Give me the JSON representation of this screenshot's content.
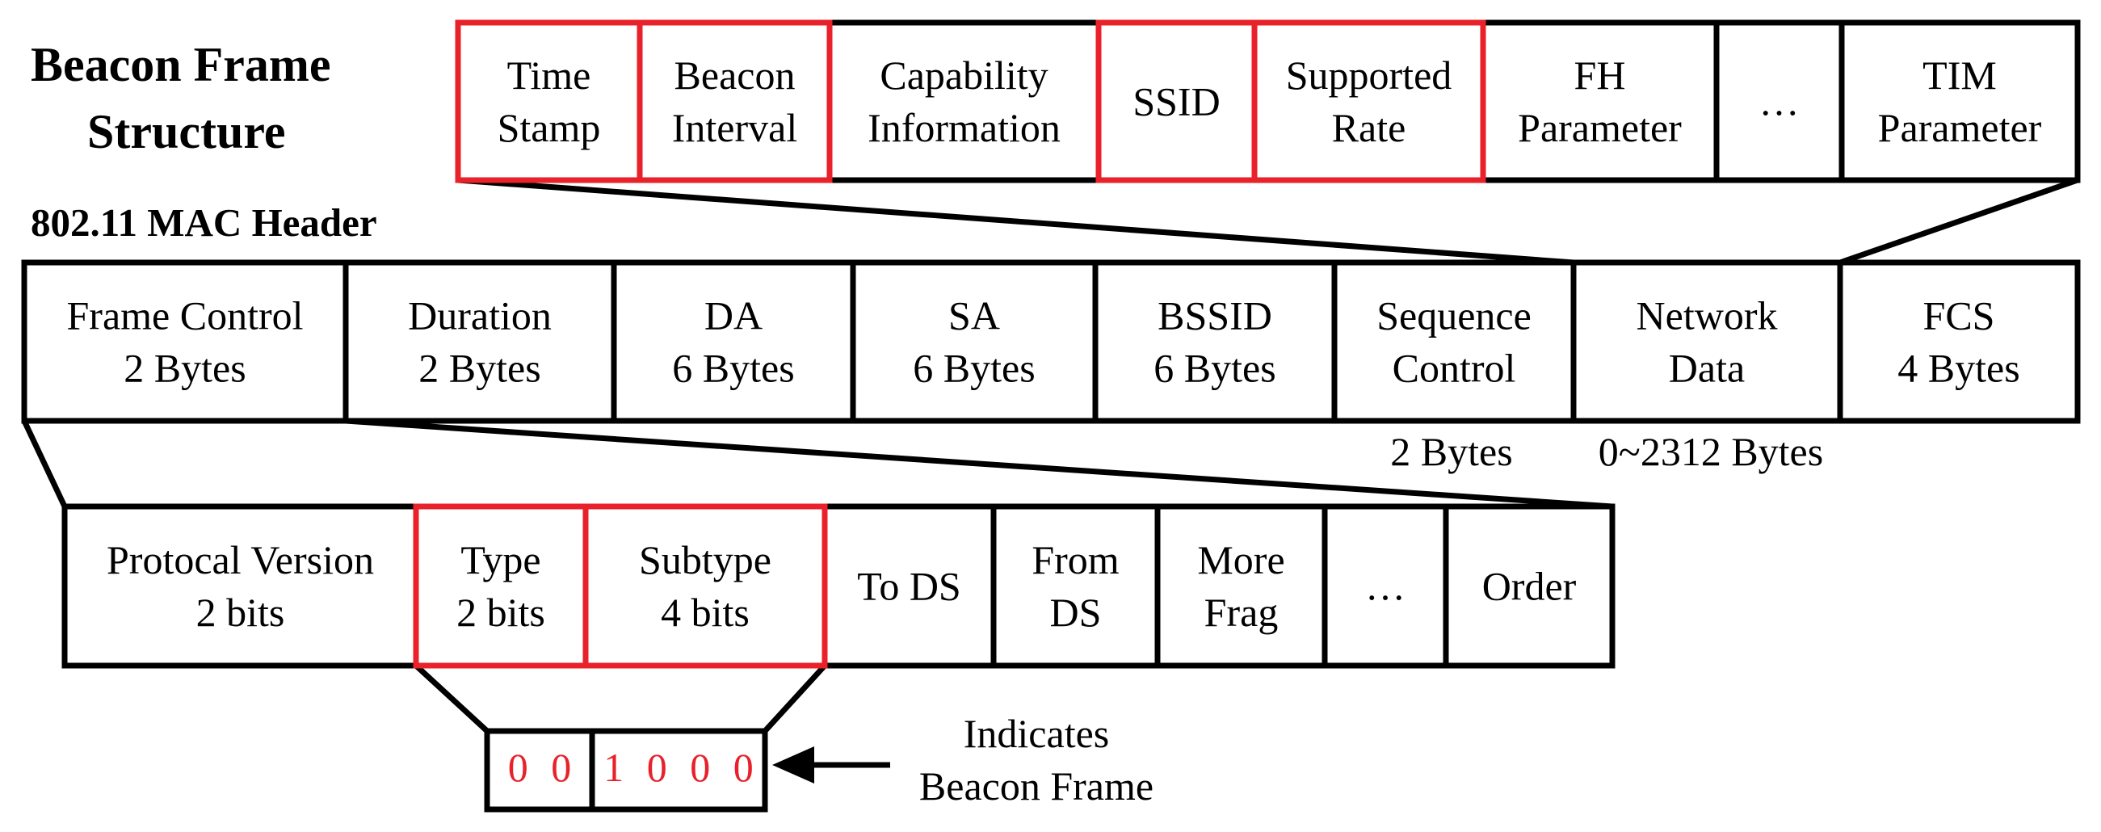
{
  "colors": {
    "stroke": "#000000",
    "highlight": "#e8212a",
    "background": "#ffffff"
  },
  "titles": {
    "beacon_frame_line1": "Beacon Frame",
    "beacon_frame_line2": "Structure",
    "mac_header": "802.11 MAC Header"
  },
  "beacon_fields": [
    {
      "lines": [
        "Time",
        "Stamp"
      ],
      "highlight": true
    },
    {
      "lines": [
        "Beacon",
        "Interval"
      ],
      "highlight": true
    },
    {
      "lines": [
        "Capability",
        "Information"
      ],
      "highlight": false
    },
    {
      "lines": [
        "SSID"
      ],
      "highlight": true
    },
    {
      "lines": [
        "Supported",
        "Rate"
      ],
      "highlight": true
    },
    {
      "lines": [
        "FH",
        "Parameter"
      ],
      "highlight": false
    },
    {
      "lines": [
        "…"
      ],
      "highlight": false
    },
    {
      "lines": [
        "TIM",
        "Parameter"
      ],
      "highlight": false
    }
  ],
  "mac_fields": [
    {
      "lines": [
        "Frame Control",
        "2 Bytes"
      ]
    },
    {
      "lines": [
        "Duration",
        "2 Bytes"
      ]
    },
    {
      "lines": [
        "DA",
        "6 Bytes"
      ]
    },
    {
      "lines": [
        "SA",
        "6 Bytes"
      ]
    },
    {
      "lines": [
        "BSSID",
        "6 Bytes"
      ]
    },
    {
      "lines": [
        "Sequence",
        "Control"
      ]
    },
    {
      "lines": [
        "Network",
        "Data"
      ]
    },
    {
      "lines": [
        "FCS",
        "4 Bytes"
      ]
    }
  ],
  "mac_notes": {
    "sequence_control_size": "2 Bytes",
    "network_data_size": "0~2312 Bytes"
  },
  "frame_control_fields": [
    {
      "lines": [
        "Protocal Version",
        "2 bits"
      ],
      "highlight": false
    },
    {
      "lines": [
        "Type",
        "2 bits"
      ],
      "highlight": true
    },
    {
      "lines": [
        "Subtype",
        "4 bits"
      ],
      "highlight": true
    },
    {
      "lines": [
        "To DS"
      ],
      "highlight": false
    },
    {
      "lines": [
        "From",
        "DS"
      ],
      "highlight": false
    },
    {
      "lines": [
        "More",
        "Frag"
      ],
      "highlight": false
    },
    {
      "lines": [
        "…"
      ],
      "highlight": false
    },
    {
      "lines": [
        "Order"
      ],
      "highlight": false
    }
  ],
  "bit_values": {
    "type": "0 0",
    "subtype": "1 0 0 0"
  },
  "annotation": {
    "line1": "Indicates",
    "line2": "Beacon Frame"
  }
}
